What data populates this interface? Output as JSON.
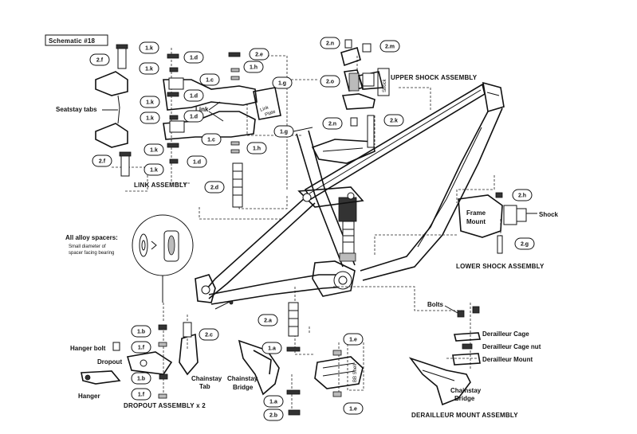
{
  "schematic_title": "Schematic #18",
  "assemblies": {
    "upper_shock": "UPPER SHOCK ASSEMBLY",
    "link": "LINK ASSEMBLY",
    "lower_shock": "LOWER SHOCK ASSEMBLY",
    "dropout": "DROPOUT ASSEMBLY x 2",
    "derailleur_mount": "DERAILLEUR MOUNT ASSEMBLY"
  },
  "labels": {
    "seatstay_tabs": "Seatstay tabs",
    "link": "Link",
    "shock_upper": "Shock",
    "frame_mount_1": "Frame",
    "frame_mount_2": "Mount",
    "shock_lower": "Shock",
    "all_alloy_spacers": "All alloy spacers:",
    "spacer_note_1": "Small diameter of",
    "spacer_note_2": "spacer facing bearing",
    "hanger_bolt": "Hanger bolt",
    "dropout": "Dropout",
    "hanger": "Hanger",
    "chainstay_tab_1": "Chainstay",
    "chainstay_tab_2": "Tab",
    "chainstay_bridge_1": "Chainstay",
    "chainstay_bridge_2": "Bridge",
    "bb_shell": "BB Shell",
    "bolts": "Bolts",
    "derailleur_cage": "Derailleur Cage",
    "derailleur_cage_nut": "Derailleur Cage nut",
    "derailleur_mount": "Derailleur Mount",
    "chainstay_bridge_r1": "Chainstay",
    "chainstay_bridge_r2": "Bridge",
    "link_part_1": "Link",
    "link_part_2": "Plate"
  },
  "callouts": {
    "c_2f_top": "2.f",
    "c_1k_1": "1.k",
    "c_1d_1": "1.d",
    "c_1k_2": "1.k",
    "c_2e": "2.e",
    "c_1h_1": "1.h",
    "c_1c_1": "1.c",
    "c_1g_1": "1.g",
    "c_1k_3": "1.k",
    "c_1d_2": "1.d",
    "c_1k_4": "1.k",
    "c_1d_3": "1.d",
    "c_1c_2": "1.c",
    "c_1g_2": "1.g",
    "c_1h_2": "1.h",
    "c_1k_5": "1.k",
    "c_1d_4": "1.d",
    "c_2f_bot": "2.f",
    "c_1k_6": "1.k",
    "c_2d": "2.d",
    "c_2n_1": "2.n",
    "c_2m": "2.m",
    "c_2o": "2.o",
    "c_2n_2": "2.n",
    "c_2k": "2.k",
    "c_2h": "2.h",
    "c_2g": "2.g",
    "c_2a": "2.a",
    "c_1b_1": "1.b",
    "c_2c": "2.c",
    "c_1f_1": "1.f",
    "c_1b_2": "1.b",
    "c_1f_2": "1.f",
    "c_1a_1": "1.a",
    "c_1e_1": "1.e",
    "c_1a_2": "1.a",
    "c_2b": "2.b",
    "c_1e_2": "1.e"
  }
}
